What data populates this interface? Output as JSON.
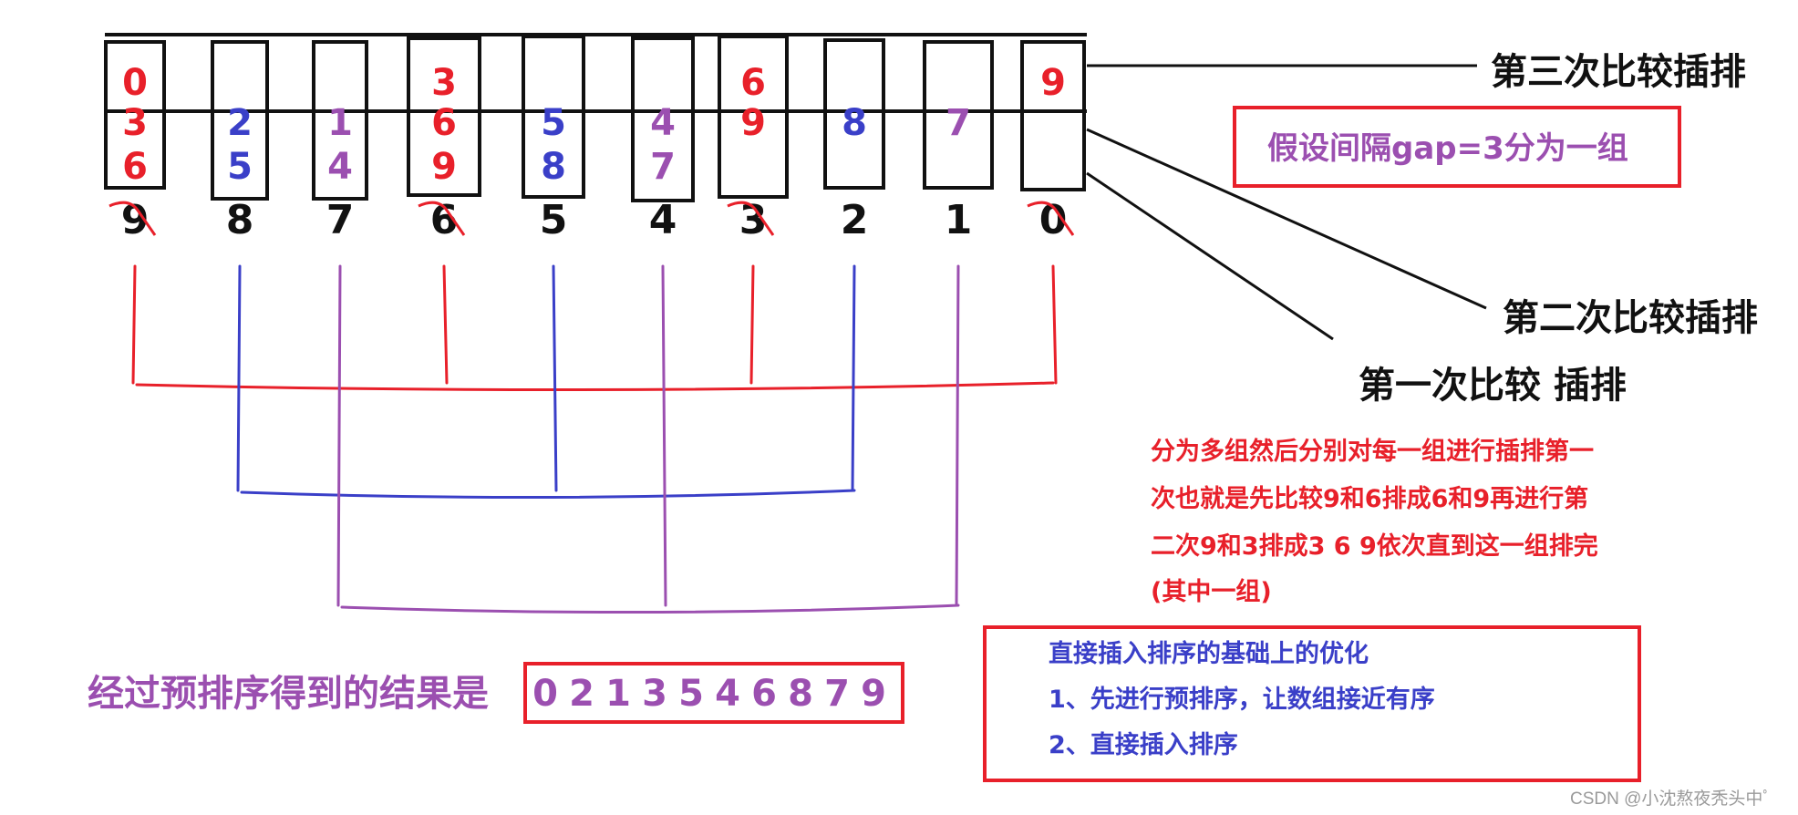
{
  "colors": {
    "red": "#e8202a",
    "blue": "#3a3fc8",
    "purple": "#9b4fb0",
    "black": "#111111",
    "watermark": "#9a9a9a"
  },
  "group_colors": [
    "red",
    "blue",
    "purple"
  ],
  "base_sequence": [
    "9",
    "8",
    "7",
    "6",
    "5",
    "4",
    "3",
    "2",
    "1",
    "0"
  ],
  "row_third": [
    "0",
    "",
    "",
    "3",
    "",
    "",
    "6",
    "",
    "",
    "9"
  ],
  "row_second": [
    "3",
    "2",
    "1",
    "6",
    "5",
    "4",
    "9",
    "8",
    "7",
    ""
  ],
  "row_first": [
    "6",
    "5",
    "4",
    "9",
    "8",
    "7",
    "",
    "",
    "",
    ""
  ],
  "labels": {
    "third_pass": "第三次比较插排",
    "second_pass": "第二次比较插排",
    "first_pass": "第一次比较 插排",
    "gap_note": "假设间隔gap=3分为一组"
  },
  "explanation_lines": [
    "分为多组然后分别对每一组进行插排第一",
    "次也就是先比较9和6排成6和9再进行第",
    "二次9和3排成3 6 9依次直到这一组排完",
    "(其中一组)"
  ],
  "result": {
    "label": "经过预排序得到的结果是",
    "values": [
      "0",
      "2",
      "1",
      "3",
      "5",
      "4",
      "6",
      "8",
      "7",
      "9"
    ]
  },
  "summary": {
    "title": "直接插入排序的基础上的优化",
    "point1": "1、先进行预排序，让数组接近有序",
    "point2": "2、直接插入排序"
  },
  "watermark": "CSDN @小沈熬夜秃头中ﾟ"
}
